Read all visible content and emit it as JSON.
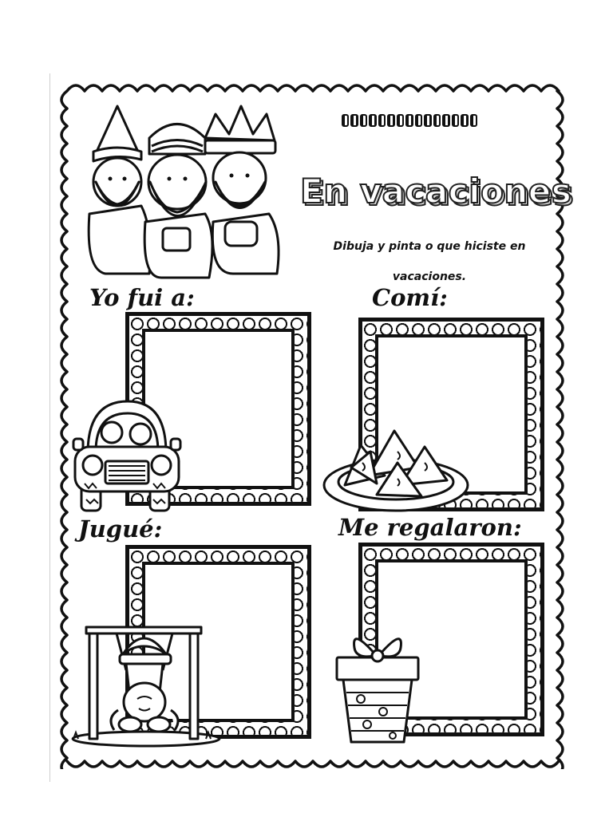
{
  "header": {
    "title": "En vacaciones",
    "instructions_line1": "Dibuja y pinta o que hiciste en",
    "instructions_line2": "vacaciones."
  },
  "sections": [
    {
      "label": "Yo fui a:",
      "illustration": "car-icon"
    },
    {
      "label": "Comí:",
      "illustration": "nachos-plate-icon"
    },
    {
      "label": "Jugué:",
      "illustration": "child-on-swing-icon"
    },
    {
      "label": "Me regalaron:",
      "illustration": "gift-box-icon"
    }
  ],
  "decoration": {
    "top_illustration": "three-kings-icon",
    "border_style": "scalloped",
    "colors": {
      "line": "#111111",
      "paper": "#ffffff"
    }
  }
}
